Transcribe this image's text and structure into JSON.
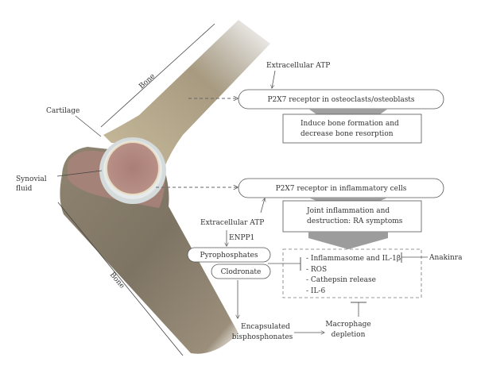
{
  "anatomy": {
    "bone_upper": "Bone",
    "bone_lower": "Bone",
    "cartilage": "Cartilage",
    "synovial_line1": "Synovial",
    "synovial_line2": "fluid"
  },
  "pathway": {
    "atp_top": "Extracellular ATP",
    "p2x7_bone": "P2X7 receptor in osteoclasts/osteoblasts",
    "bone_effect_line1": "Induce bone formation and",
    "bone_effect_line2": "decrease bone resorption",
    "p2x7_inflam": "P2X7 receptor in inflammatory cells",
    "ra_line1": "Joint inflammation and",
    "ra_line2": "destruction: RA symptoms",
    "atp_lower": "Extracellular ATP",
    "enpp1": "ENPP1",
    "pyrophosphates": "Pyrophosphates",
    "clodronate": "Clodronate",
    "mediators": [
      "- Inflammasome and IL-1β",
      "- ROS",
      "- Cathepsin release",
      "- IL-6"
    ],
    "anakinra": "Anakinra",
    "encap_line1": "Encapsulated",
    "encap_line2": "bisphosphonates",
    "macro_line1": "Macrophage",
    "macro_line2": "depletion"
  },
  "colors": {
    "bone": "#b9ab8d",
    "bone_dark": "#7d7262",
    "marrow": "#a9827a",
    "cartilage": "#d6dbdc",
    "line": "#555555",
    "arrow_fill": "#a0a0a0"
  }
}
